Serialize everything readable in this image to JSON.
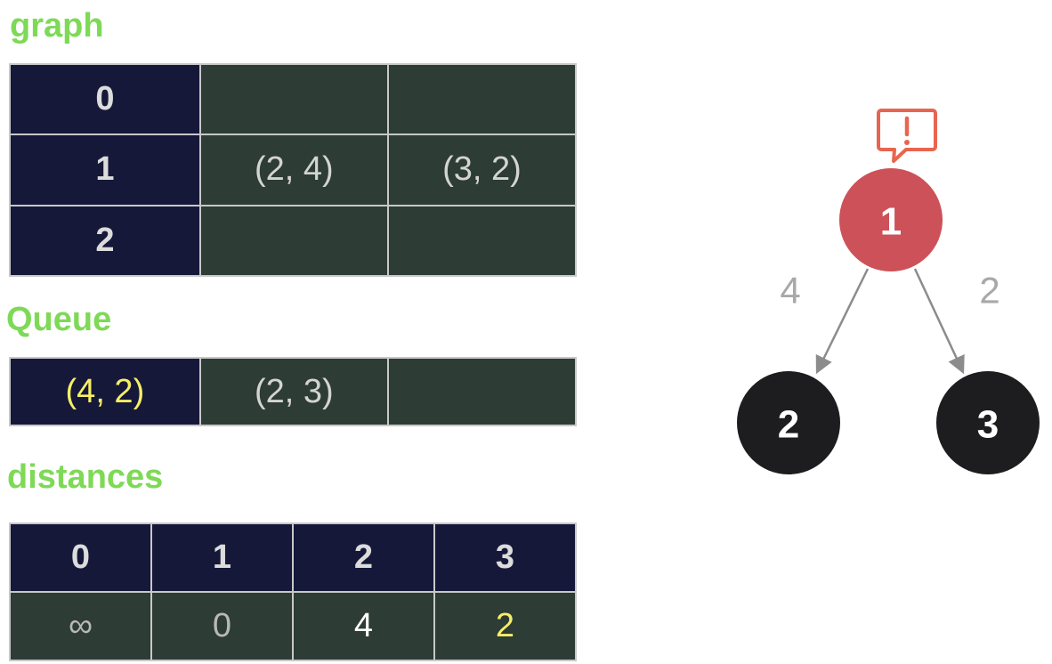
{
  "graph": {
    "title": "graph",
    "rows": [
      {
        "key": "0",
        "cells": [
          "",
          ""
        ]
      },
      {
        "key": "1",
        "cells": [
          "(2, 4)",
          "(3, 2)"
        ]
      },
      {
        "key": "2",
        "cells": [
          "",
          ""
        ]
      }
    ]
  },
  "queue": {
    "title": "Queue",
    "cells": [
      "(4, 2)",
      "(2, 3)",
      ""
    ]
  },
  "distances": {
    "title": "distances",
    "headers": [
      "0",
      "1",
      "2",
      "3"
    ],
    "values": [
      "∞",
      "0",
      "4",
      "2"
    ]
  },
  "diagram": {
    "nodes": {
      "current": "1",
      "left": "2",
      "right": "3"
    },
    "edge_weights": {
      "left": "4",
      "right": "2"
    },
    "alert_icon": "speech-bubble-exclamation-icon",
    "colors": {
      "current_node": "#cd5158",
      "other_node": "#1d1d1f",
      "alert": "#e8654f",
      "edge": "#8c8c8c"
    }
  }
}
